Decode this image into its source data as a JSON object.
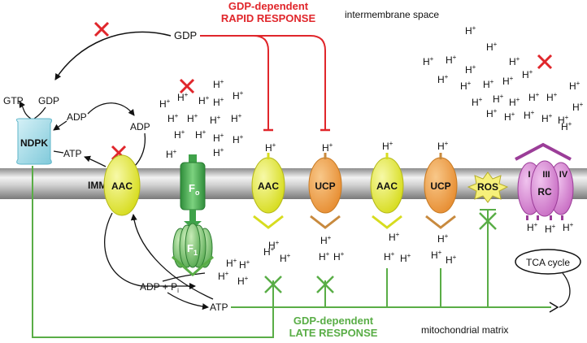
{
  "title_red_1": "GDP-dependent",
  "title_red_2": "RAPID RESPONSE",
  "title_green_1": "GDP-dependent",
  "title_green_2": "LATE RESPONSE",
  "intermembrane": "intermembrane space",
  "matrix": "mitochondrial matrix",
  "imm": "IMM",
  "gdp": "GDP",
  "gtp": "GTP",
  "adp": "ADP",
  "atp": "ATP",
  "adp_pi": "ADP + P",
  "pi_sub": "i",
  "ndpk": "NDPK",
  "aac": "AAC",
  "ucp": "UCP",
  "ros": "ROS",
  "rc": "RC",
  "rc_I": "I",
  "rc_III": "III",
  "rc_IV": "IV",
  "fo_F": "F",
  "fo_sub": "o",
  "f1_F": "F",
  "f1_sub": "1",
  "tca": "TCA cycle",
  "h": "H",
  "plus": "+",
  "colors": {
    "red": "#e0262b",
    "green": "#59ad46",
    "aac_fill": "#e5ea3b",
    "ucp_fill": "#f0a04a",
    "ndpk_fill": "#9fd9e6",
    "rc_fill": "#d98bd4",
    "rc_bar": "#9b3d98",
    "ros_fill": "#f6f07a",
    "fo_fill": "#3fa24a"
  }
}
